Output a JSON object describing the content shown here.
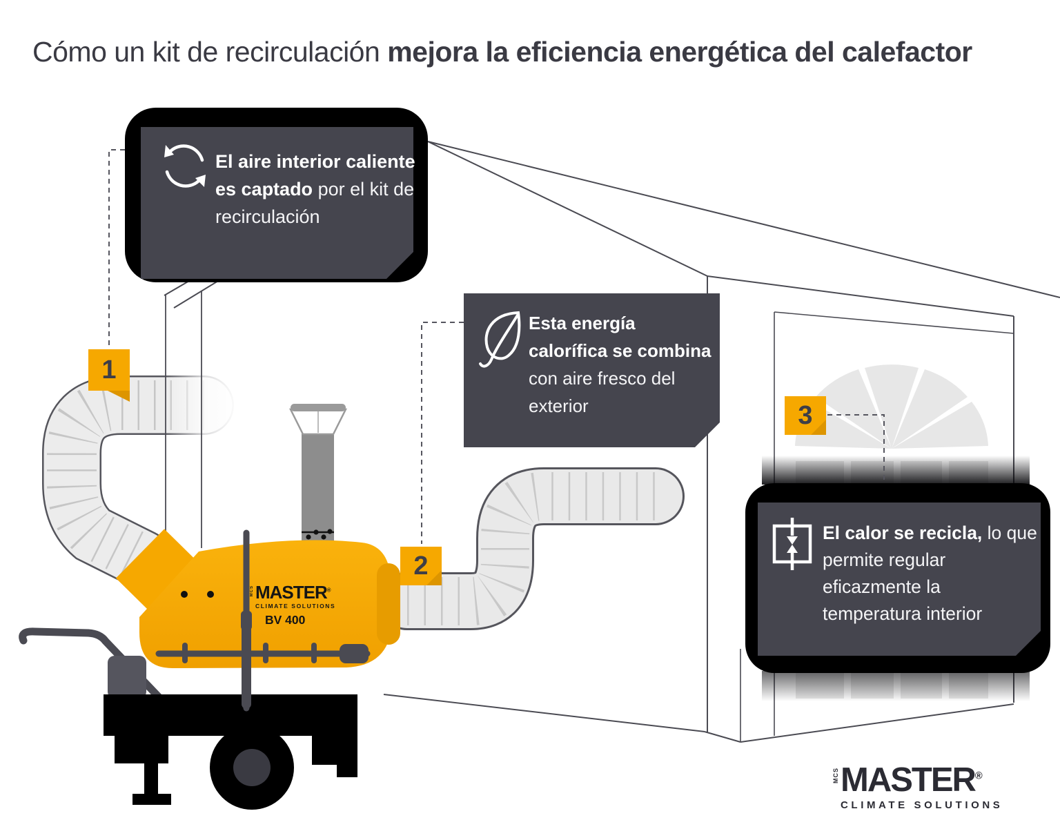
{
  "title": {
    "regular": "Cómo un kit de recirculación ",
    "bold": "mejora la eficiencia energética del calefactor"
  },
  "steps": [
    {
      "number": "1",
      "icon": "cycle-icon",
      "bold": "El aire interior caliente es captado",
      "regular": " por el kit de recirculación"
    },
    {
      "number": "2",
      "icon": "leaf-icon",
      "bold": "Esta energía calorífica se combina",
      "regular": " con aire fresco del exterior"
    },
    {
      "number": "3",
      "icon": "heat-recycle-icon",
      "bold": "El calor se recicla,",
      "regular": " lo que permite regular eficazmente la temperatura interior"
    }
  ],
  "heater": {
    "brand": "MASTER",
    "brand_mcs": "MCS",
    "brand_reg": "®",
    "brand_sub": "CLIMATE SOLUTIONS",
    "model": "BV 400"
  },
  "footer_logo": {
    "brand": "MASTER",
    "mcs": "MCS",
    "reg": "®",
    "sub": "CLIMATE SOLUTIONS"
  },
  "colors": {
    "accent_yellow": "#F6A800",
    "fold_yellow": "#DD9500",
    "panel_dark": "#45454E",
    "frame_black": "#000000",
    "line_grey": "#4A4A52",
    "duct_grey": "#ECECEC",
    "window_grey": "#E7E7E7"
  }
}
